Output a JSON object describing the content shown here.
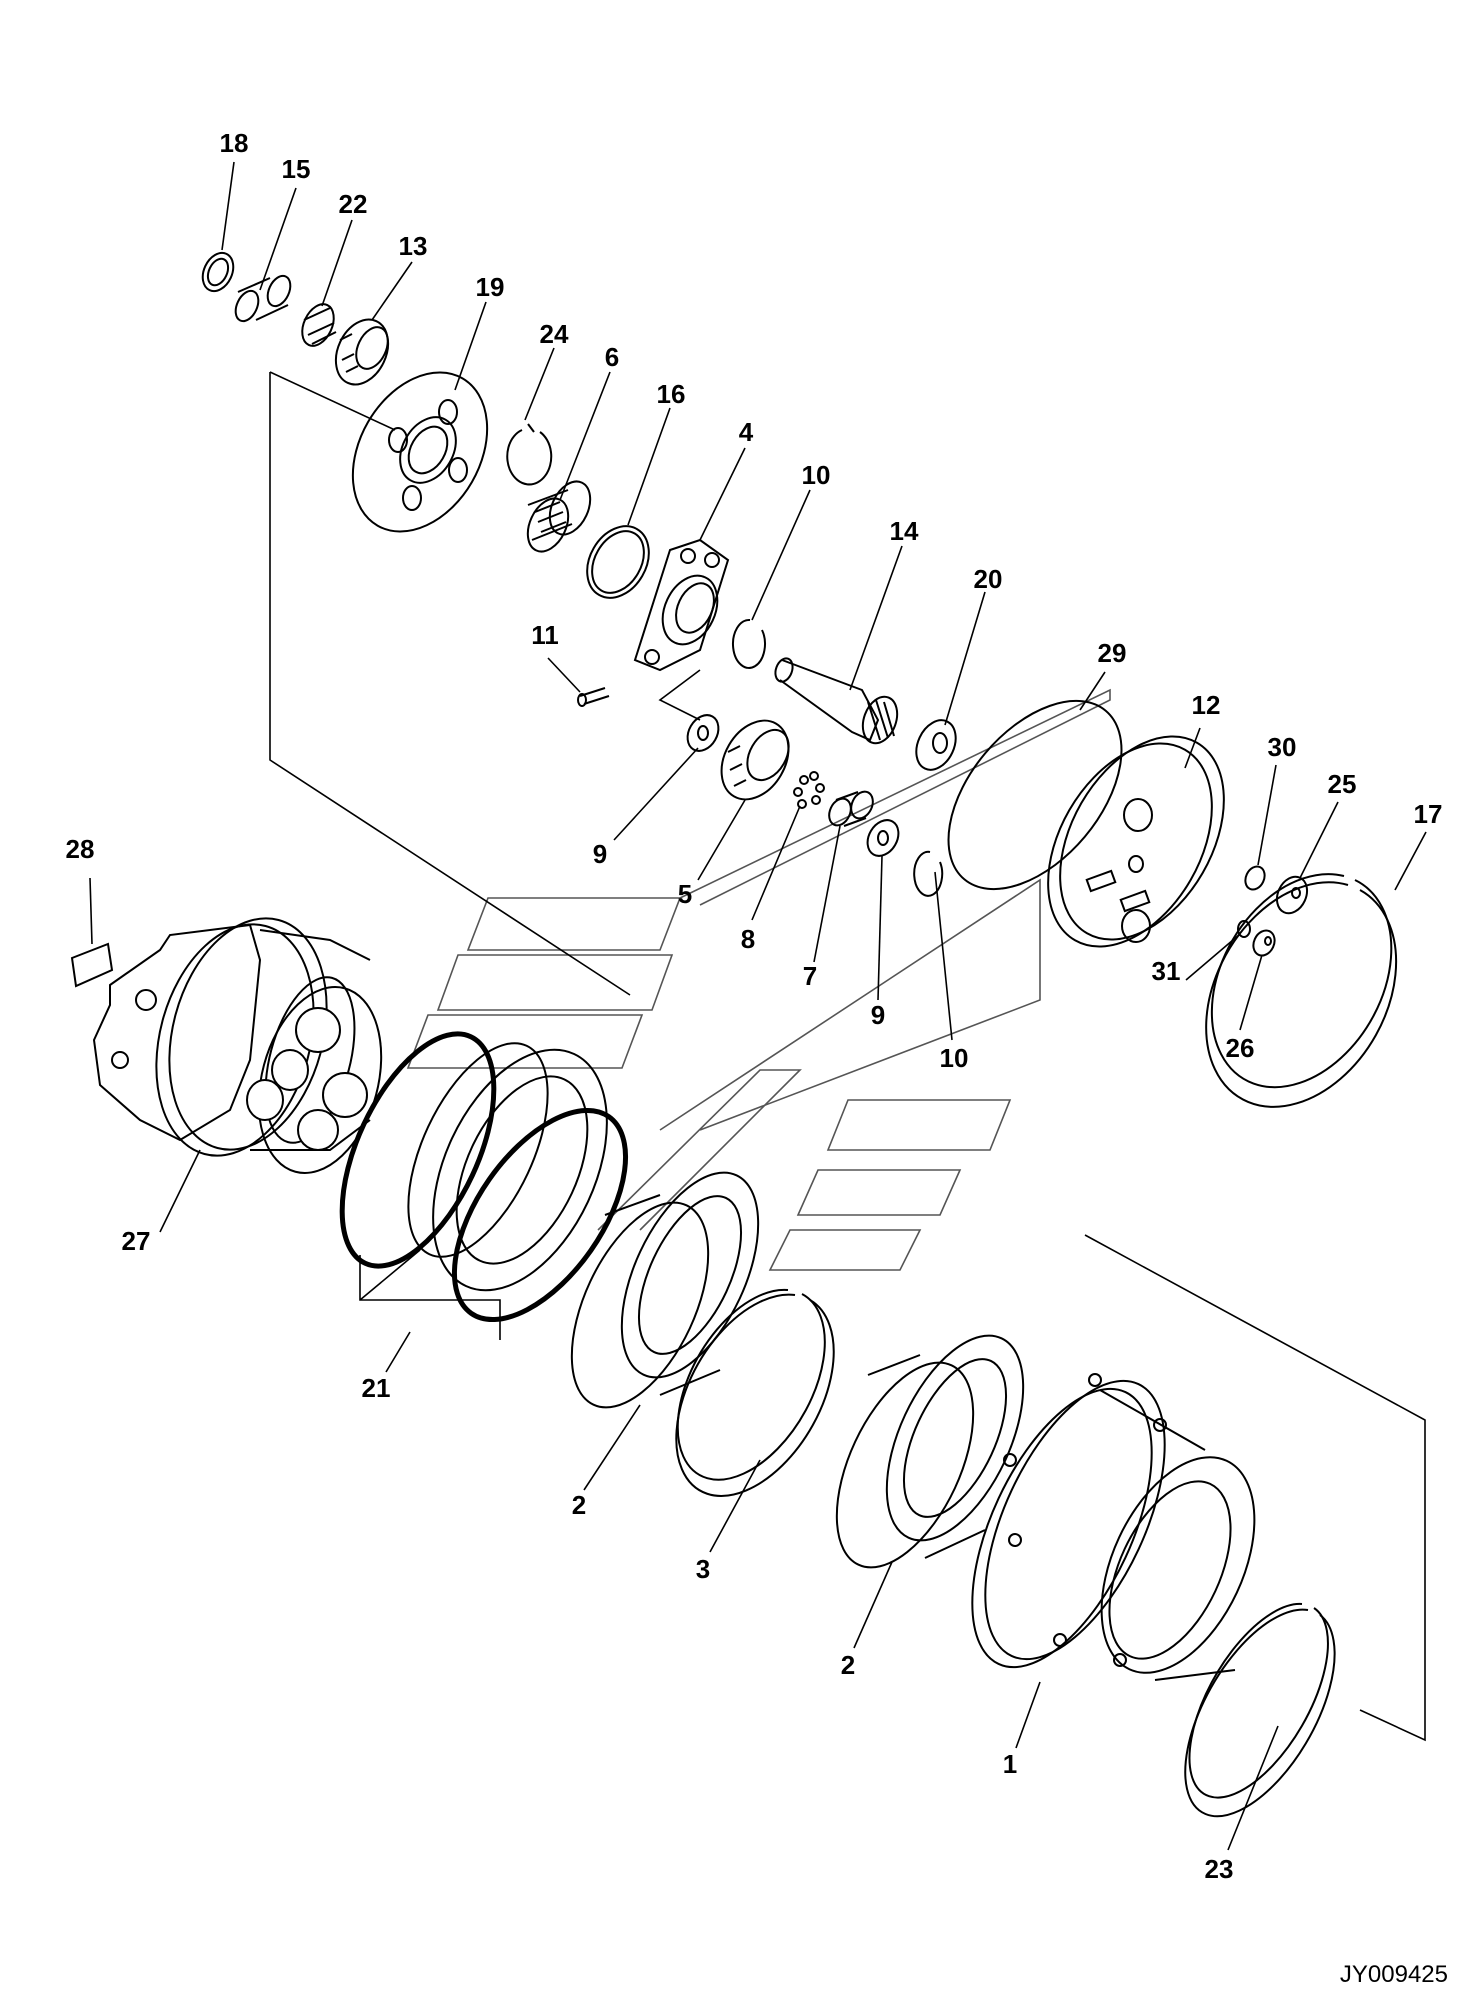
{
  "drawing_id": "JY009425",
  "callouts": [
    {
      "label": "18"
    },
    {
      "label": "15"
    },
    {
      "label": "22"
    },
    {
      "label": "13"
    },
    {
      "label": "19"
    },
    {
      "label": "24"
    },
    {
      "label": "6"
    },
    {
      "label": "16"
    },
    {
      "label": "4"
    },
    {
      "label": "10"
    },
    {
      "label": "14"
    },
    {
      "label": "20"
    },
    {
      "label": "11"
    },
    {
      "label": "29"
    },
    {
      "label": "12"
    },
    {
      "label": "30"
    },
    {
      "label": "25"
    },
    {
      "label": "17"
    },
    {
      "label": "28"
    },
    {
      "label": "9"
    },
    {
      "label": "5"
    },
    {
      "label": "8"
    },
    {
      "label": "7"
    },
    {
      "label": "9"
    },
    {
      "label": "10"
    },
    {
      "label": "31"
    },
    {
      "label": "26"
    },
    {
      "label": "27"
    },
    {
      "label": "21"
    },
    {
      "label": "2"
    },
    {
      "label": "3"
    },
    {
      "label": "2"
    },
    {
      "label": "1"
    },
    {
      "label": "23"
    }
  ],
  "colors": {
    "line": "#000000",
    "background": "#ffffff",
    "watermark": "#555555"
  }
}
